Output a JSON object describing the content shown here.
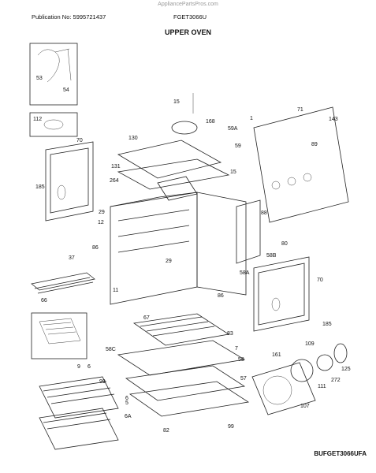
{
  "header": {
    "watermark": "AppliancePartsPros.com",
    "publication": "Publication No: 5995721437",
    "model": "FGET3066U",
    "section_title": "UPPER OVEN"
  },
  "footer": {
    "code": "BUFGET3066UFA"
  },
  "callouts": [
    "53",
    "54",
    "112",
    "70",
    "185",
    "130",
    "131",
    "264",
    "29",
    "12",
    "86",
    "37",
    "66",
    "11",
    "15",
    "168",
    "59A",
    "59",
    "15",
    "1",
    "71",
    "143",
    "89",
    "88",
    "80",
    "58B",
    "58A",
    "29",
    "86",
    "70",
    "185",
    "67",
    "83",
    "58C",
    "7",
    "58",
    "9",
    "6",
    "99",
    "5",
    "6A",
    "6",
    "82",
    "99",
    "57",
    "161",
    "109",
    "125",
    "272",
    "111",
    "107"
  ]
}
